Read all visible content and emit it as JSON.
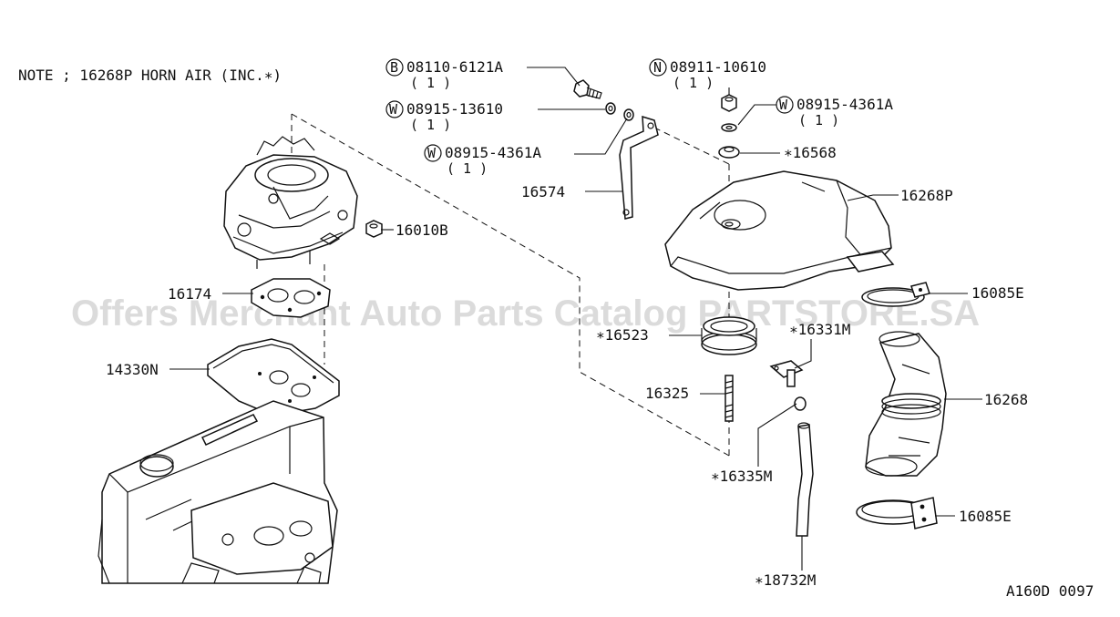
{
  "note": "NOTE ; 16268P HORN AIR (INC.∗)",
  "watermark": "Offers Merchant Auto Parts Catalog PARTSTORE.SA",
  "figure_id": "A160D 0097",
  "labels": {
    "bolt": "08110-6121A",
    "bolt_prefix": "B",
    "bolt_qty": "( 1 )",
    "washer_a": "08915-13610",
    "washer_a_prefix": "W",
    "washer_a_qty": "( 1 )",
    "washer_b": "08915-4361A",
    "washer_b_prefix": "W",
    "washer_b_qty": "( 1 )",
    "nut": "08911-10610",
    "nut_prefix": "N",
    "nut_qty": "( 1 )",
    "washer_c": "08915-4361A",
    "washer_c_prefix": "W",
    "washer_c_qty": "( 1 )",
    "p16568": "∗16568",
    "p16574": "16574",
    "p16268P": "16268P",
    "p16010B": "16010B",
    "p16174": "16174",
    "p14330N": "14330N",
    "p16085E_top": "16085E",
    "p16523": "∗16523",
    "p16331M": "∗16331M",
    "p16325": "16325",
    "p16268": "16268",
    "p16335M": "∗16335M",
    "p16085E_bottom": "16085E",
    "p18732M": "∗18732M"
  }
}
